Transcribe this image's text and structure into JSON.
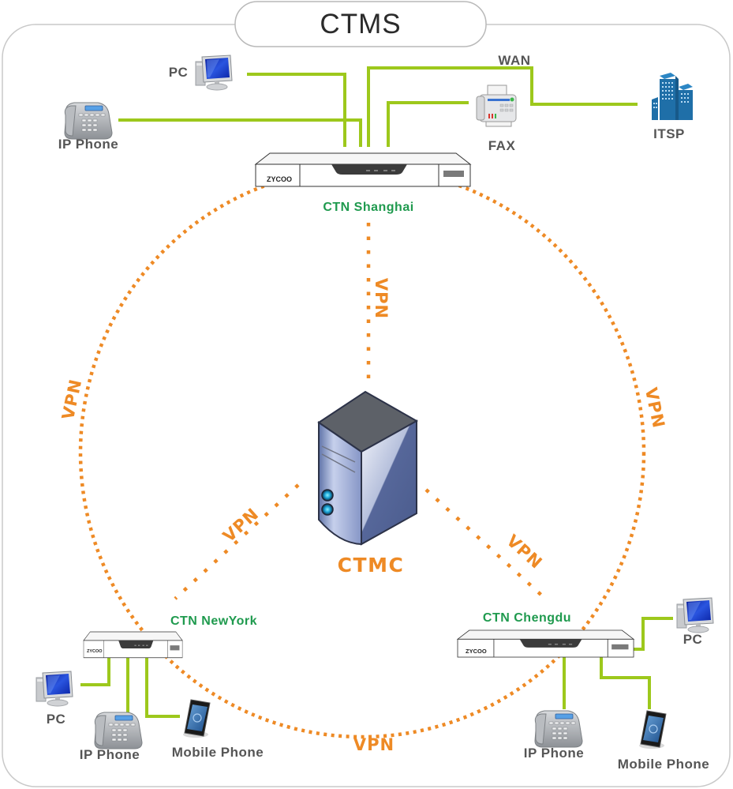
{
  "title": "CTMS",
  "center": {
    "label": "CTMC"
  },
  "colors": {
    "wire": "#9dc81c",
    "vpn": "#ee8a25",
    "ctn_label": "#1f9a4e",
    "device_label": "#555555",
    "server_blue": "#5a6e9e",
    "building_blue": "#1f6fa8"
  },
  "nodes": {
    "shanghai": {
      "label": "CTN Shanghai",
      "brand": "ZYCOO",
      "devices": {
        "pc": "PC",
        "ip_phone": "IP Phone",
        "fax": "FAX",
        "itsp": "ITSP",
        "wan": "WAN"
      }
    },
    "newyork": {
      "label": "CTN NewYork",
      "brand": "ZYCOO",
      "devices": {
        "pc": "PC",
        "ip_phone": "IP Phone",
        "mobile": "Mobile Phone"
      }
    },
    "chengdu": {
      "label": "CTN Chengdu",
      "brand": "ZYCOO",
      "devices": {
        "pc": "PC",
        "ip_phone": "IP Phone",
        "mobile": "Mobile Phone"
      }
    }
  },
  "links": {
    "ring_left": "VPN",
    "ring_right": "VPN",
    "ring_bottom": "VPN",
    "spoke_top": "VPN",
    "spoke_left": "VPN",
    "spoke_right": "VPN"
  }
}
